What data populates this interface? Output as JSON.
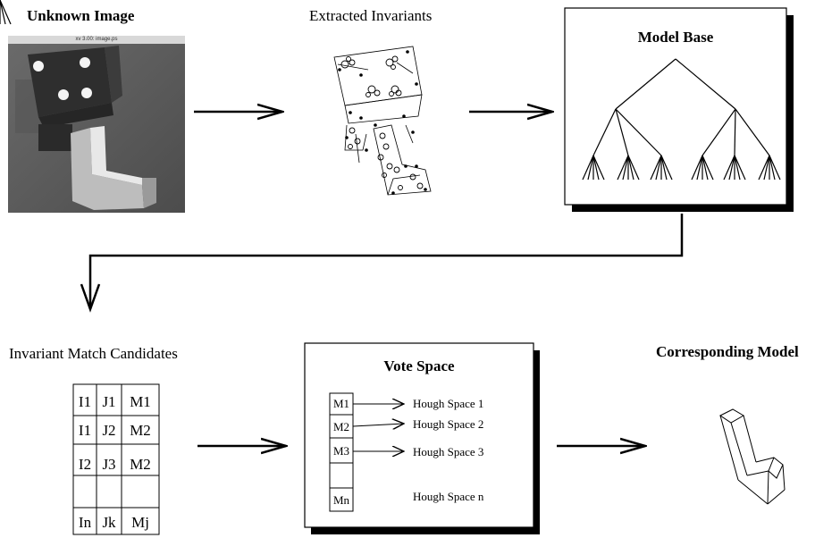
{
  "labels": {
    "unknown_image": "Unknown Image",
    "extracted_invariants": "Extracted Invariants",
    "model_base": "Model Base",
    "invariant_match_candidates": "Invariant Match Candidates",
    "vote_space": "Vote Space",
    "corresponding_model": "Corresponding Model"
  },
  "photo_window_title": "xv 3.00: image.ps",
  "match_table": {
    "rows": [
      [
        "I1",
        "J1",
        "M1"
      ],
      [
        "I1",
        "J2",
        "M2"
      ],
      [
        "I2",
        "J3",
        "M2"
      ],
      [
        "",
        "",
        ""
      ],
      [
        "In",
        "Jk",
        "Mj"
      ]
    ]
  },
  "vote_space": {
    "models": [
      "M1",
      "M2",
      "M3",
      "",
      "Mn"
    ],
    "hough_spaces": [
      "Hough Space 1",
      "Hough Space 2",
      "Hough Space 3",
      "",
      "Hough Space n"
    ]
  }
}
